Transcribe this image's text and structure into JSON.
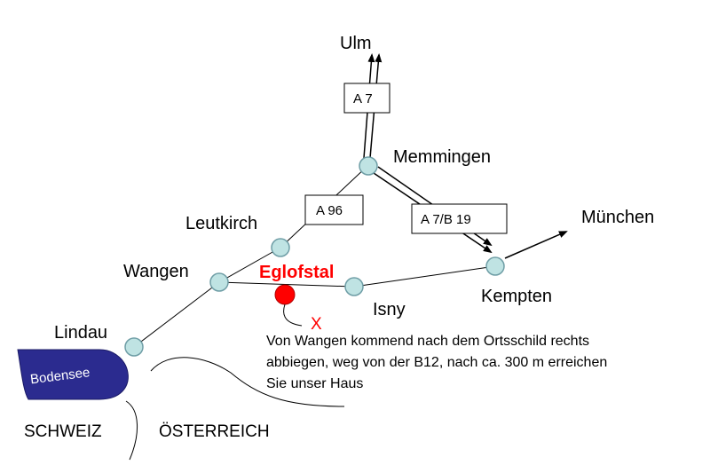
{
  "cities": {
    "ulm": "Ulm",
    "memmingen": "Memmingen",
    "leutkirch": "Leutkirch",
    "wangen": "Wangen",
    "muenchen": "München",
    "kempten": "Kempten",
    "isny": "Isny",
    "lindau": "Lindau"
  },
  "destination": {
    "name": "Eglofstal",
    "marker": "X",
    "color": "#ff0000"
  },
  "roads": {
    "a7": "A 7",
    "a96": "A 96",
    "a7b19": "A 7/B 19"
  },
  "lake": {
    "name": "Bodensee",
    "color": "#2b2b8f"
  },
  "countries": {
    "switzerland": "SCHWEIZ",
    "austria": "ÖSTERREICH"
  },
  "directions": [
    "Von Wangen kommend nach dem Ortsschild rechts",
    "abbiegen, weg von der B12, nach ca. 300 m erreichen",
    "Sie unser Haus"
  ],
  "colors": {
    "node_fill": "#bfe3e3",
    "node_stroke": "#6f9ea6"
  }
}
